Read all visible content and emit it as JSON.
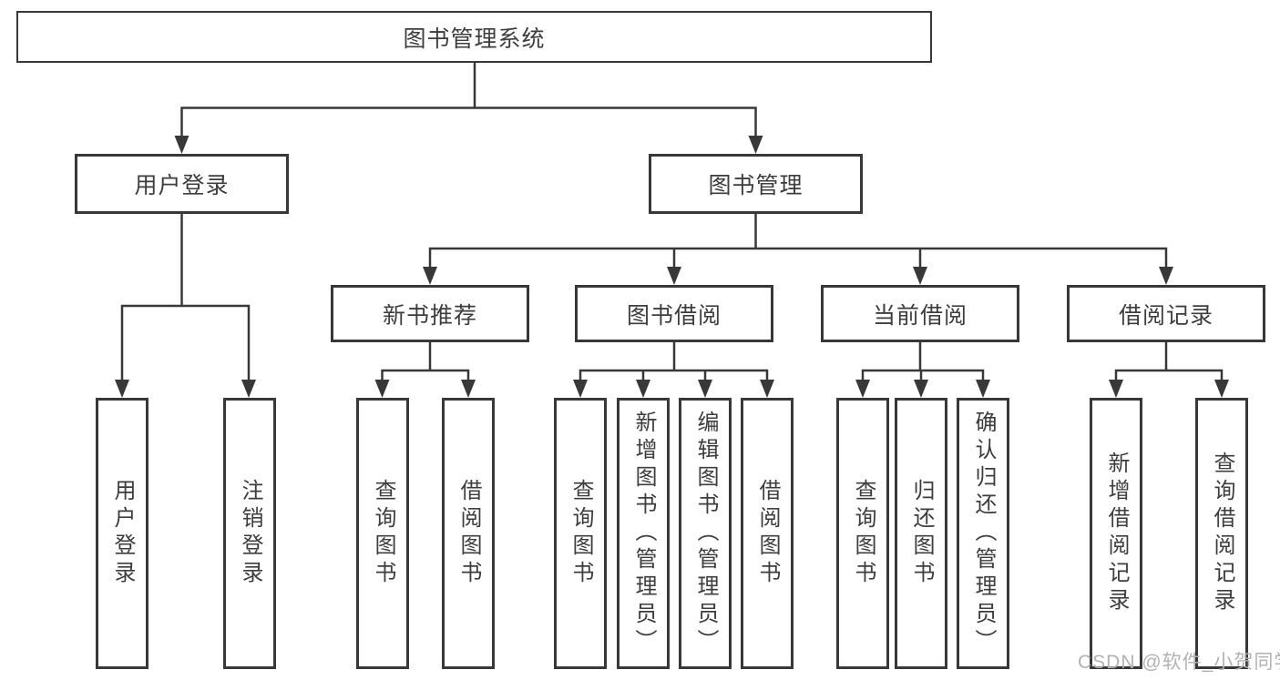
{
  "root": {
    "label": "图书管理系统",
    "children": [
      {
        "label": "用户登录",
        "children": [
          {
            "label": "用户登录"
          },
          {
            "label": "注销登录"
          }
        ]
      },
      {
        "label": "图书管理",
        "children": [
          {
            "label": "新书推荐",
            "children": [
              {
                "label": "查询图书"
              },
              {
                "label": "借阅图书"
              }
            ]
          },
          {
            "label": "图书借阅",
            "children": [
              {
                "label": "查询图书"
              },
              {
                "label": "新增图书（管理员）"
              },
              {
                "label": "编辑图书（管理员）"
              },
              {
                "label": "借阅图书"
              }
            ]
          },
          {
            "label": "当前借阅",
            "children": [
              {
                "label": "查询图书"
              },
              {
                "label": "归还图书"
              },
              {
                "label": "确认归还（管理员）"
              }
            ]
          },
          {
            "label": "借阅记录",
            "children": [
              {
                "label": "新增借阅记录"
              },
              {
                "label": "查询借阅记录"
              }
            ]
          }
        ]
      }
    ]
  },
  "watermark": {
    "text": "CSDN @软件_小贺同学"
  },
  "colors": {
    "line": "#383838",
    "text": "#3d3d3d",
    "box_background": "#ffffff",
    "watermark": "#b2b2b2",
    "page_background": "#ffffff"
  }
}
